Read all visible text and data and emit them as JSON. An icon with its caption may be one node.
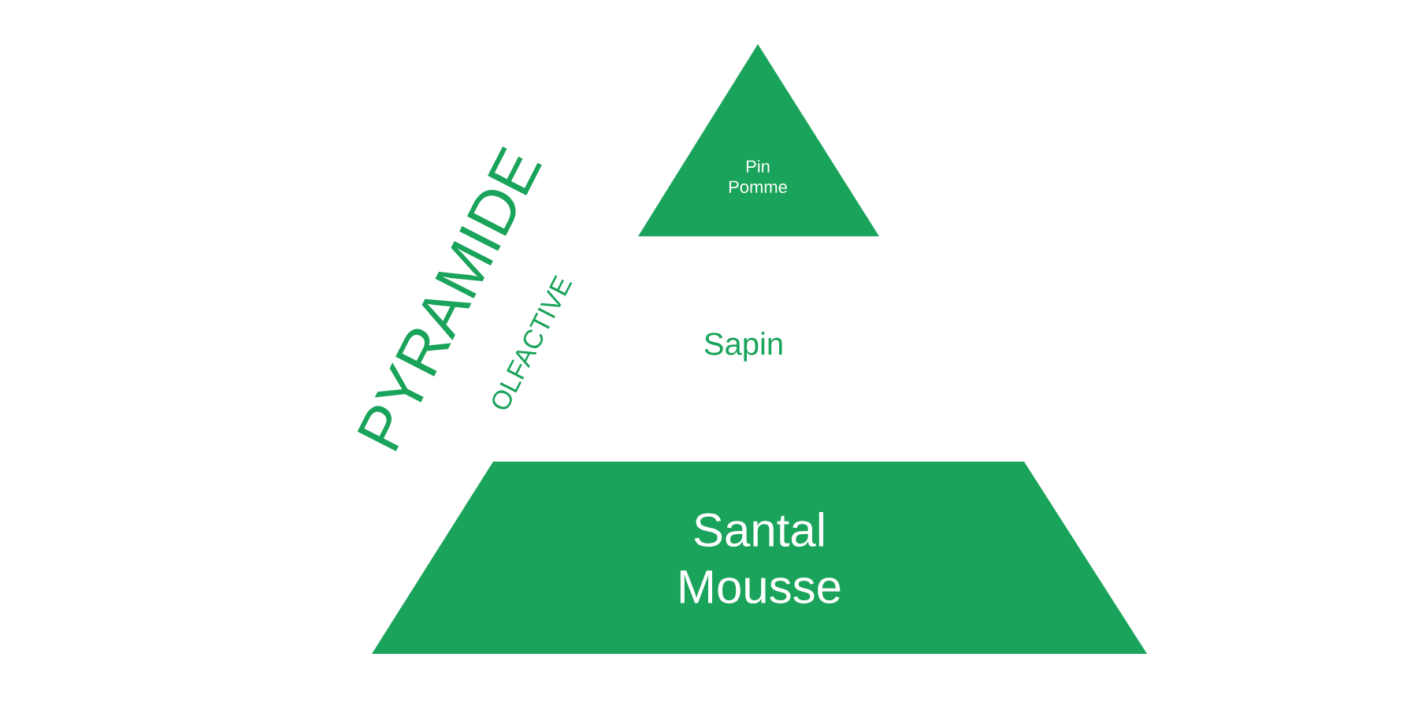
{
  "diagram": {
    "nodes": [
      {
        "text": [
          "Pin",
          "Pomme"
        ]
      },
      {
        "text": [
          "Sapin"
        ]
      },
      {
        "text": [
          "Santal",
          "Mousse"
        ]
      }
    ],
    "labels": [
      "PYRAMIDE",
      "OLFACTIVE"
    ]
  }
}
